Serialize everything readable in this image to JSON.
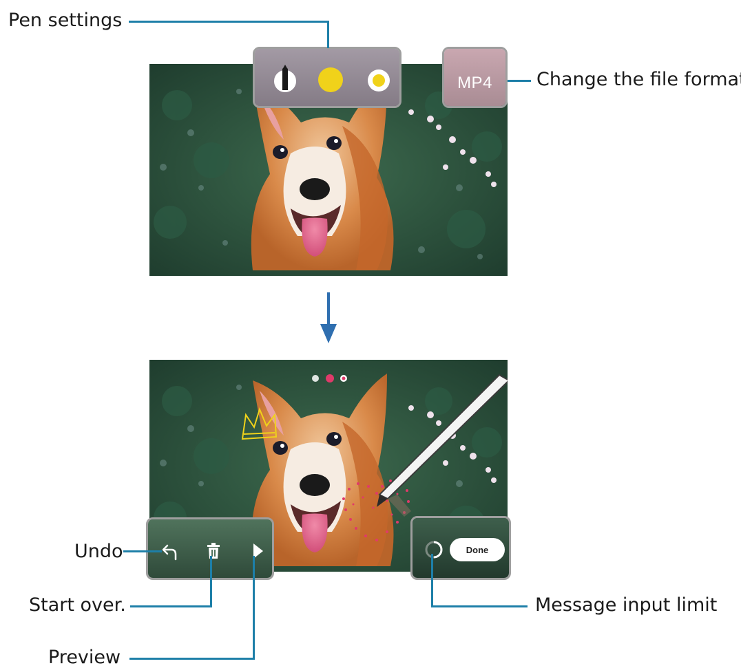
{
  "labels": {
    "pen_settings": "Pen settings",
    "change_format": "Change the file format.",
    "undo": "Undo",
    "start_over": "Start over.",
    "preview": "Preview",
    "message_limit": "Message input limit"
  },
  "toolbar": {
    "format_button": "MP4",
    "done_button": "Done"
  },
  "icons": {
    "pen": "pen-icon",
    "color": "color-icon",
    "thickness": "thickness-icon",
    "undo": "undo-icon",
    "trash": "trash-icon",
    "play": "play-icon",
    "limit": "progress-ring-icon",
    "arrow": "arrow-down-icon",
    "stylus": "s-pen-stylus"
  },
  "colors": {
    "callout_line": "#1d7fa8",
    "pen_color": "#f0d21a",
    "arrow": "#2f6fb0",
    "heart_drawing": "#e03a6a"
  }
}
